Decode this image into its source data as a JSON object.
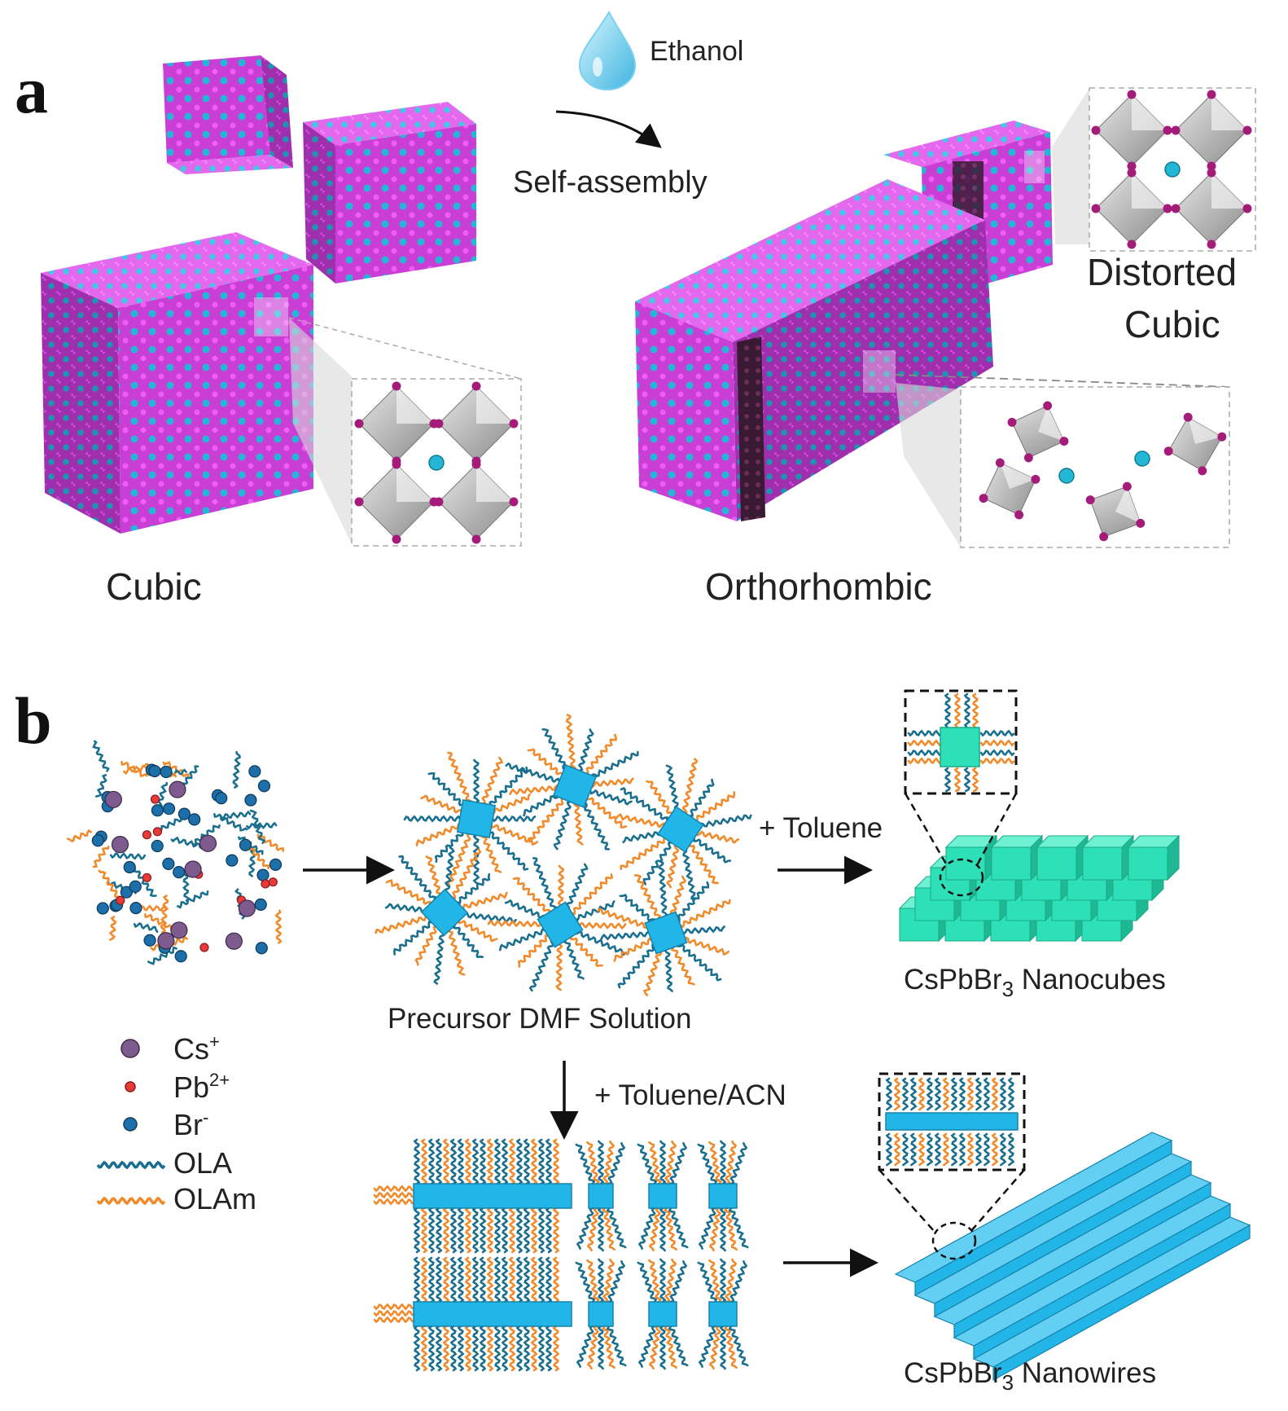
{
  "panel_a": {
    "letter": "a",
    "ethanol": "Ethanol",
    "self_assembly": "Self-assembly",
    "cubic": "Cubic",
    "orthorhombic": "Orthorhombic",
    "distorted_line1": "Distorted",
    "distorted_line2": "Cubic"
  },
  "panel_b": {
    "letter": "b",
    "toluene": "+ Toluene",
    "toluene_acn": "+ Toluene/ACN",
    "precursor": "Precursor DMF Solution",
    "nanocubes_prefix": "CsPbBr",
    "nanocubes_sub": "3",
    "nanocubes_suffix": " Nanocubes",
    "nanowires_prefix": "CsPbBr",
    "nanowires_sub": "3",
    "nanowires_suffix": " Nanowires",
    "legend": {
      "cs_base": "Cs",
      "cs_sup": "+",
      "pb_base": "Pb",
      "pb_sup": "2+",
      "br_base": "Br",
      "br_sup": "-",
      "ola": "OLA",
      "olam": "OLAm"
    }
  },
  "colors": {
    "magenta": "#e040e8",
    "cyan_atom": "#23b7d6",
    "nanocube": "#2ee0b8",
    "nanowire": "#22b5e8",
    "ola_chain": "#1b6f8e",
    "olam_chain": "#f08a2a",
    "cs_ion": "#7d5b8f",
    "pb_ion": "#e83a3a",
    "br_ion": "#1c6fa8"
  }
}
